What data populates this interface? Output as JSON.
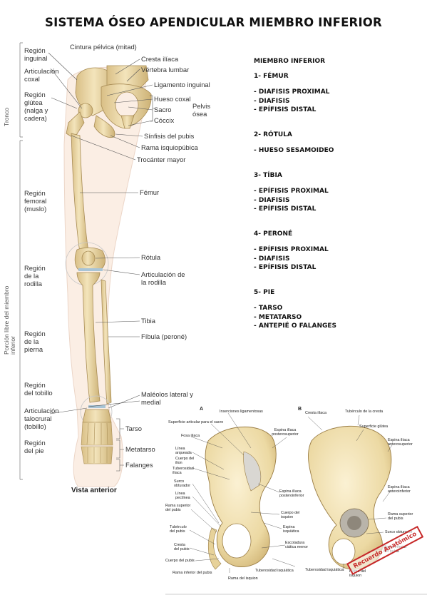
{
  "title": "SISTEMA ÓSEO APENDICULAR MIEMBRO INFERIOR",
  "left_figure": {
    "top_label": "Cintura pélvica (mitad)",
    "regions": [
      "Región inguinal",
      "Articulación coxal",
      "Región glútea (nalga y cadera)",
      "Región femoral (muslo)",
      "Región de la rodilla",
      "Región de la pierna",
      "Región del tobillo",
      "Articulación talocrural (tobillo)",
      "Región del pie"
    ],
    "side_labels": [
      "Tronco",
      "Porción libre del miembro inferior"
    ],
    "structures": {
      "cresta_iliaca": "Cresta ilíaca",
      "vertebra_lumbar": "Vértebra lumbar",
      "ligamento_inguinal": "Ligamento inguinal",
      "hueso_coxal": "Hueso coxal",
      "sacro": "Sacro",
      "coccix": "Cóccix",
      "pelvis_osea": "Pelvis ósea",
      "sinfisis": "Sínfisis del pubis",
      "rama_isquiopubica": "Rama isquiopúbica",
      "trocanter": "Trocánter mayor",
      "femur": "Fémur",
      "rotula": "Rótula",
      "articulacion_rodilla": "Articulación de la rodilla",
      "tibia": "Tibia",
      "fibula": "Fíbula (peroné)",
      "maleolos": "Maléolos lateral y medial",
      "tarso": "Tarso",
      "metatarso": "Metatarso",
      "falanges": "Falanges"
    },
    "caption": "Vista anterior"
  },
  "outline": {
    "heading": "MIEMBRO INFERIOR",
    "sections": [
      {
        "title": "1- FÉMUR",
        "items": [
          "- DIAFISIS PROXIMAL",
          "- DIAFISIS",
          "- EPÍFISIS DISTAL"
        ]
      },
      {
        "title": "2- RÓTULA",
        "items": [
          "-  HUESO SESAMOIDEO"
        ]
      },
      {
        "title": "3- TÍBIA",
        "items": [
          "- EPÍFISIS PROXIMAL",
          "- DIAFISIS",
          "- EPÍFISIS DISTAL"
        ]
      },
      {
        "title": "4- PERONÉ",
        "items": [
          "- EPÍFISIS PROXIMAL",
          "- DIAFISIS",
          "- EPÍFISIS DISTAL"
        ]
      },
      {
        "title": "5- PIE",
        "items": [
          "- TARSO",
          "- METATARSO",
          "- ANTEPIÉ O FALANGES"
        ]
      }
    ]
  },
  "right_figure": {
    "panel_a": "A",
    "panel_b": "B",
    "labels_a": {
      "inserciones": "Inserciones ligamentosas",
      "sup_articular": "Superficie articular para el sacro",
      "fosa_iliaca": "Fosa ilíaca",
      "lineas_arqueada": "Línea arqueada",
      "cuerpo_ilion": "Cuerpo del ilion",
      "tuberosidad_iliaca": "Tuberosidad ilíaca",
      "surco_obturador": "Surco obturador",
      "linea_pectinea": "Línea pectínea",
      "rama_sup_pubis": "Rama superior del pubis",
      "tuberculo_pubis": "Tubérculo del pubis",
      "cresta_pubis": "Cresta del pubis",
      "cuerpo_pubis": "Cuerpo del pubis",
      "rama_inf_pubis": "Rama inferior del pubis",
      "rama_isquion": "Rama del isquion",
      "tuberosidad_isquiatica": "Tuberosidad isquiática",
      "espina_post_sup": "Espina ilíaca posterosuperior",
      "espina_post_inf": "Espina ilíaca posteroinferior",
      "cuerpo_isquion": "Cuerpo del isquion",
      "espina_isquiatica": "Espina isquiática",
      "escotadura": "Escotadura ciática menor"
    },
    "labels_b": {
      "cresta_iliaca": "Cresta ilíaca",
      "tuberculo_cresta": "Tubérculo de la cresta",
      "superficie_glutea": "Superficie glútea",
      "espina_ant_sup": "Espina ilíaca anterosuperior",
      "espina_ant_inf": "Espina ilíaca anteroinferior",
      "rama_sup_pubis": "Rama superior del pubis",
      "surco_obturador": "Surco obturador",
      "rama_inf_pubis": "Rama inferior del pubis",
      "tuberosidad_isquiatica": "Tuberosidad isquiática",
      "rama_isquion": "Rama del isquion"
    },
    "stamp": "Recuerdo Anatómico"
  },
  "colors": {
    "bone": "#eedcae",
    "bone_shadow": "#cfb57a",
    "cartilage": "#a8c4d6",
    "line": "#555555"
  }
}
